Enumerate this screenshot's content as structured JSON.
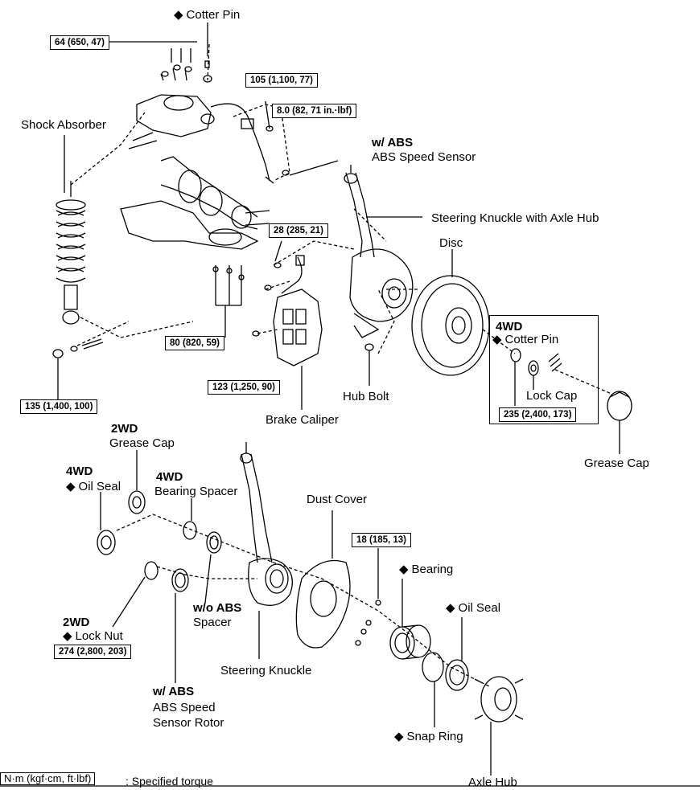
{
  "labels": {
    "cotter_pin_top": "Cotter Pin",
    "shock_absorber": "Shock Absorber",
    "w_abs_top": "w/ ABS",
    "abs_speed_sensor": "ABS Speed Sensor",
    "steering_knuckle_axle_hub": "Steering Knuckle with Axle Hub",
    "disc": "Disc",
    "fwd_right": "4WD",
    "cotter_pin_right": "Cotter Pin",
    "lock_cap": "Lock Cap",
    "hub_bolt": "Hub Bolt",
    "brake_caliper": "Brake Caliper",
    "grease_cap_right": "Grease Cap",
    "twowd_grease_title": "2WD",
    "grease_cap_left": "Grease Cap",
    "fwd_oil_title": "4WD",
    "oil_seal_left": "Oil Seal",
    "fwd_spacer_title": "4WD",
    "bearing_spacer": "Bearing Spacer",
    "dust_cover": "Dust Cover",
    "bearing": "Bearing",
    "oil_seal_right": "Oil Seal",
    "wo_abs": "w/o ABS",
    "spacer": "Spacer",
    "twowd_lock_title": "2WD",
    "lock_nut": "Lock Nut",
    "steering_knuckle": "Steering Knuckle",
    "w_abs_bottom": "w/ ABS",
    "abs_speed": "ABS Speed",
    "sensor_rotor": "Sensor Rotor",
    "snap_ring": "Snap Ring",
    "axle_hub": "Axle Hub",
    "legend_text": ": Specified torque"
  },
  "markers": {
    "non_reusable": "◆"
  },
  "torque": {
    "t64": "64 (650, 47)",
    "t105": "105 (1,100, 77)",
    "t8": "8.0 (82, 71 in.·lbf)",
    "t28": "28 (285, 21)",
    "t80": "80 (820, 59)",
    "t123": "123 (1,250, 90)",
    "t135": "135 (1,400, 100)",
    "t235": "235 (2,400, 173)",
    "t18": "18 (185, 13)",
    "t274": "274 (2,800, 203)",
    "legend_units": "N·m (kgf·cm, ft·lbf)"
  }
}
